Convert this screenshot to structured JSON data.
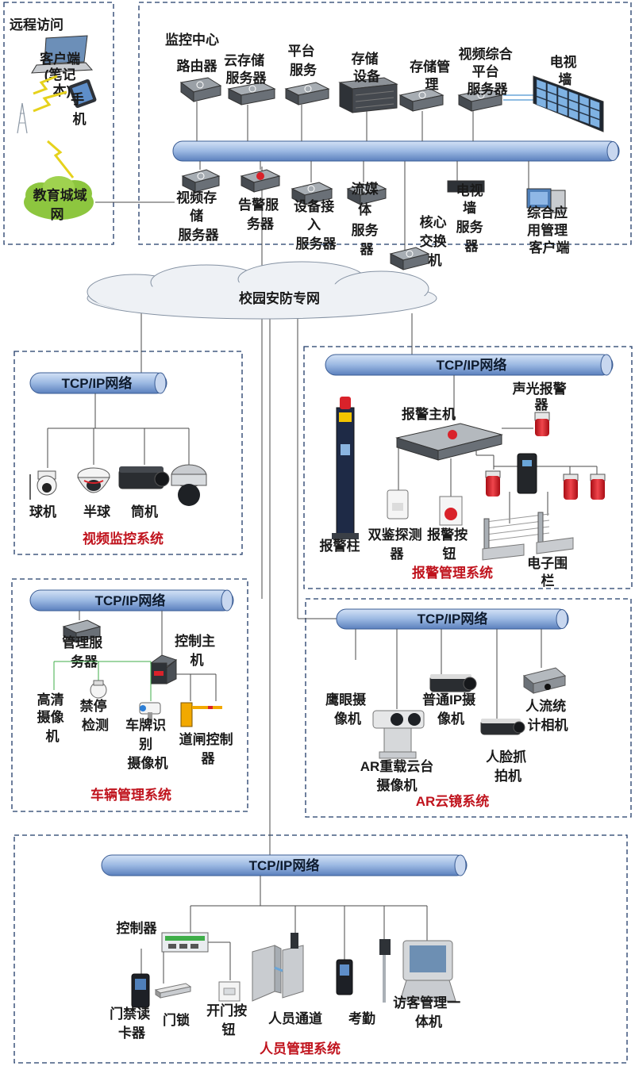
{
  "colors": {
    "zone_border": "#1f3a68",
    "bus_fill": "#9bb8e2",
    "title_red": "#c0131d",
    "green_link": "#3fae49",
    "cloud_green": "#8dc63f"
  },
  "remote": {
    "title": "远程访问",
    "laptop": [
      "客户端",
      "(笔记",
      "本)"
    ],
    "phone": [
      "手",
      "机"
    ],
    "edu_net": [
      "教育城域",
      "网"
    ]
  },
  "center": {
    "title": "监控中心",
    "router": "路由器",
    "cloud_storage": [
      "云存储",
      "服务器"
    ],
    "platform": [
      "平台",
      "服务"
    ],
    "storage_device": [
      "存储",
      "设备"
    ],
    "storage_mgmt": [
      "存储管",
      "理"
    ],
    "video_platform": [
      "视频综合",
      "平台",
      "服务器"
    ],
    "tv_wall": [
      "电视",
      "墙"
    ],
    "video_storage": [
      "视频存",
      "储",
      "服务器"
    ],
    "alarm_server": [
      "告警服",
      "务器"
    ],
    "device_access": [
      "设备接",
      "入",
      "服务器"
    ],
    "stream_media": [
      "流媒",
      "体",
      "服务",
      "器"
    ],
    "core_switch": [
      "核心",
      "交换",
      "机"
    ],
    "tv_wall_server": [
      "电视",
      "墙",
      "服务",
      "器"
    ],
    "app_client": [
      "综合应",
      "用管理",
      "客户端"
    ]
  },
  "campus_net": "校园安防专网",
  "video": {
    "bus": "TCP/IP网络",
    "dome": "球机",
    "half_dome": "半球",
    "bullet": "筒机",
    "title": "视频监控系统"
  },
  "alarm": {
    "bus": "TCP/IP网络",
    "host": "报警主机",
    "sounder": [
      "声光报警",
      "器"
    ],
    "pillar": "报警柱",
    "dual_detector": [
      "双鉴探测",
      "器"
    ],
    "button": [
      "报警按",
      "钮"
    ],
    "fence": [
      "电子围",
      "栏"
    ],
    "title": "报警管理系统"
  },
  "vehicle": {
    "bus": "TCP/IP网络",
    "mgmt_server": [
      "管理服",
      "务器"
    ],
    "control_host": [
      "控制主",
      "机"
    ],
    "hd_camera": [
      "高清",
      "摄像",
      "机"
    ],
    "no_parking": [
      "禁停",
      "检测"
    ],
    "plate_camera": [
      "车牌识",
      "别",
      "摄像机"
    ],
    "barrier": [
      "道闸控制",
      "器"
    ],
    "title": "车辆管理系统"
  },
  "ar": {
    "bus": "TCP/IP网络",
    "eagle_eye": [
      "鹰眼摄",
      "像机"
    ],
    "ip_camera": [
      "普通IP摄",
      "像机"
    ],
    "people_count": [
      "人流统",
      "计相机"
    ],
    "ar_ptz": [
      "AR重载云台",
      "摄像机"
    ],
    "face_capture": [
      "人脸抓",
      "拍机"
    ],
    "title": "AR云镜系统"
  },
  "personnel": {
    "bus": "TCP/IP网络",
    "controller": "控制器",
    "card_reader": [
      "门禁读",
      "卡器"
    ],
    "door_lock": "门锁",
    "door_button": [
      "开门按",
      "钮"
    ],
    "passage": "人员通道",
    "attendance": "考勤",
    "visitor": [
      "访客管理一",
      "体机"
    ],
    "title": "人员管理系统"
  }
}
